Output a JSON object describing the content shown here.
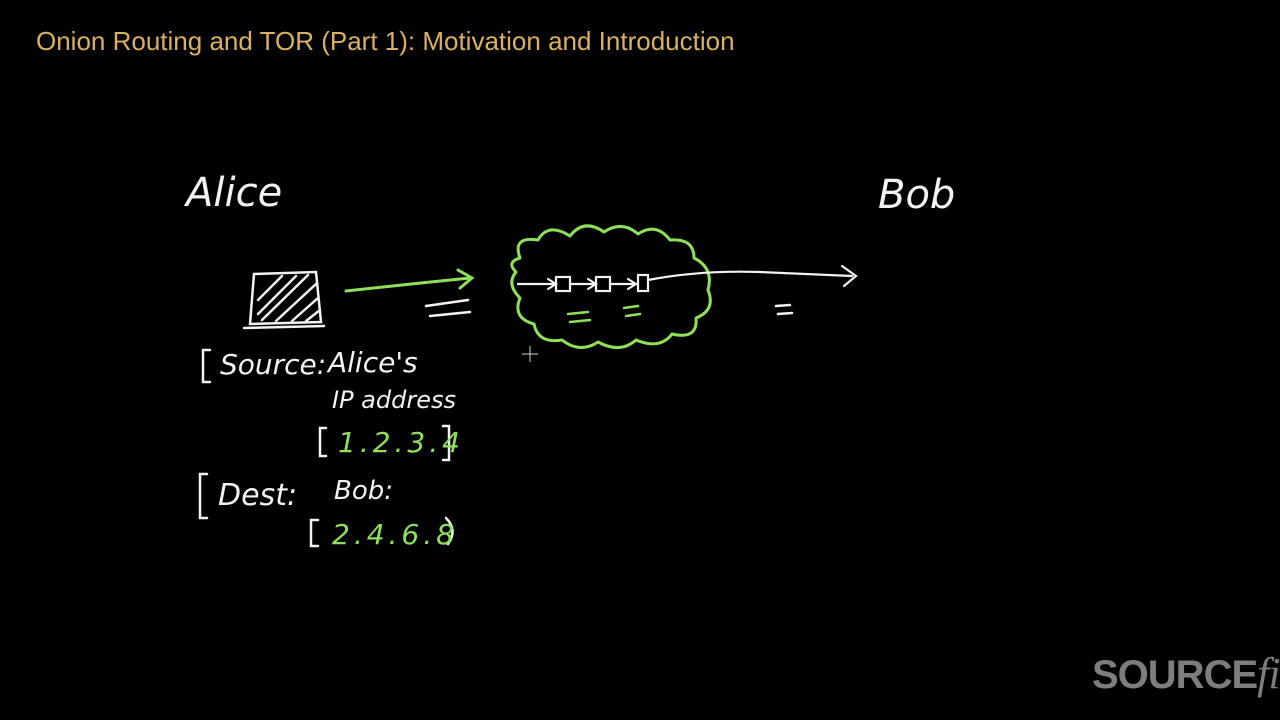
{
  "title": "Onion Routing and TOR (Part 1): Motivation and Introduction",
  "diagram": {
    "alice_label": "Alice",
    "bob_label": "Bob",
    "source_label": "Source:",
    "source_value_line1": "Alice's",
    "source_value_line2": "IP address",
    "source_ip": "1.2.3.4",
    "dest_label": "Dest:",
    "dest_value": "Bob:",
    "dest_ip": "2.4.6.8"
  },
  "logo": {
    "part1": "SOURCE",
    "part2": "fire"
  },
  "colors": {
    "title": "#d9b160",
    "chalk_white": "#f2f2f2",
    "chalk_green": "#8ee05a",
    "background": "#000000",
    "logo": "#7d7d7d"
  }
}
